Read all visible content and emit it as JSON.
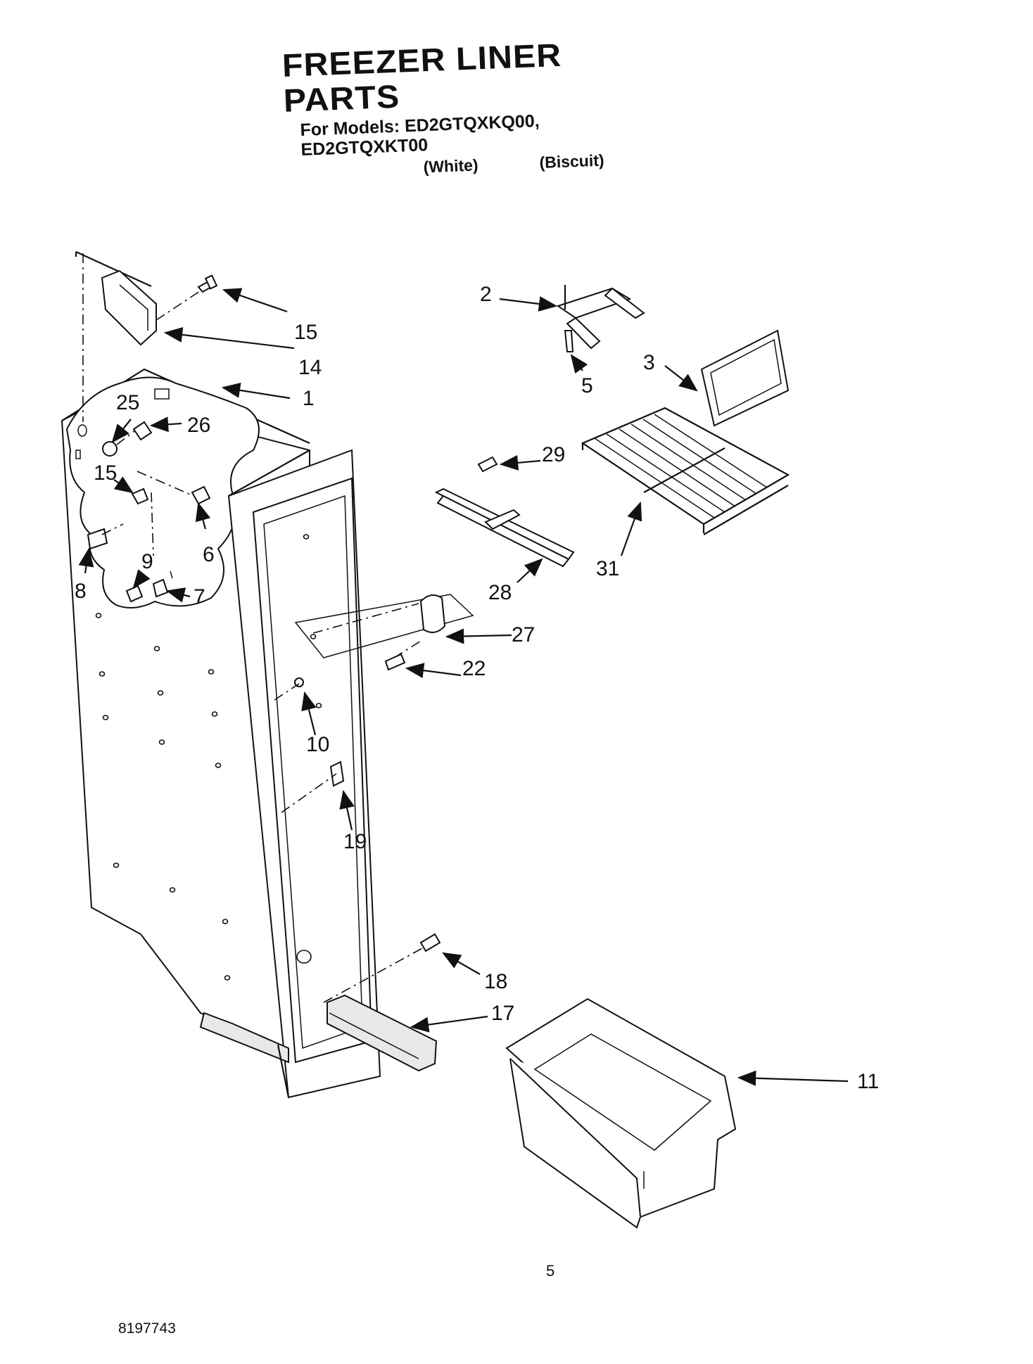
{
  "header": {
    "title": "FREEZER LINER PARTS",
    "models_line": "For Models: ED2GTQXKQ00, ED2GTQXKT00",
    "variant_white": "(White)",
    "variant_biscuit": "(Biscuit)"
  },
  "callouts": {
    "c1": "1",
    "c2": "2",
    "c3": "3",
    "c5": "5",
    "c6": "6",
    "c7": "7",
    "c8": "8",
    "c9": "9",
    "c10": "10",
    "c11": "11",
    "c14": "14",
    "c15a": "15",
    "c15b": "15",
    "c17": "17",
    "c18": "18",
    "c19": "19",
    "c22": "22",
    "c25": "25",
    "c26": "26",
    "c27": "27",
    "c28": "28",
    "c29": "29",
    "c31": "31"
  },
  "footer": {
    "page_number": "5",
    "document_number": "8197743"
  }
}
